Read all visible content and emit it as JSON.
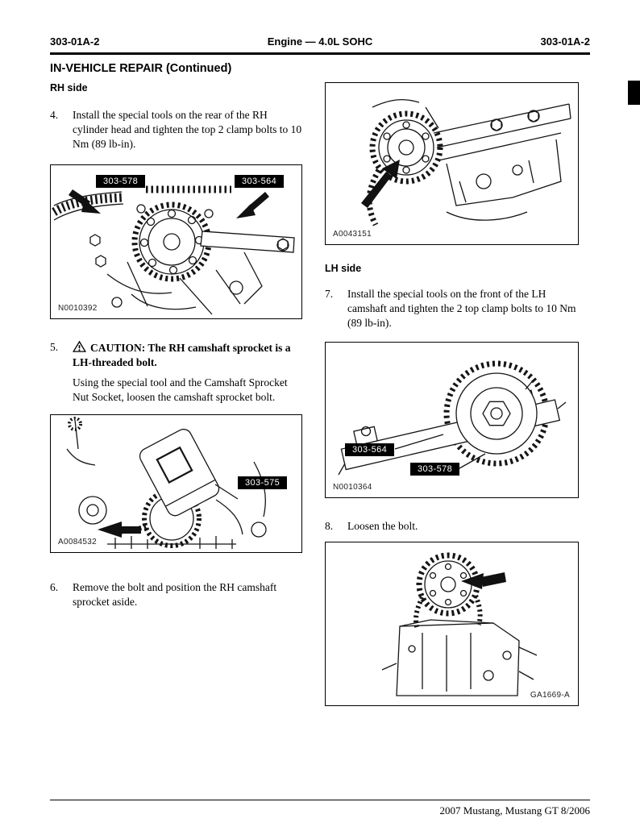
{
  "header": {
    "left": "303-01A-2",
    "center": "Engine — 4.0L SOHC",
    "right": "303-01A-2"
  },
  "section_title": "IN-VEHICLE REPAIR (Continued)",
  "headings": {
    "rh_side": "RH side",
    "lh_side": "LH side"
  },
  "steps": {
    "s4": {
      "num": "4.",
      "text": "Install the special tools on the rear of the RH cylinder head and tighten the top 2 clamp bolts to 10 Nm (89 lb-in)."
    },
    "s5": {
      "num": "5.",
      "caution": "CAUTION: The RH camshaft sprocket is a LH-threaded bolt.",
      "body": "Using the special tool and the Camshaft Sprocket Nut Socket, loosen the camshaft sprocket bolt."
    },
    "s6": {
      "num": "6.",
      "text": "Remove the bolt and position the RH camshaft sprocket aside."
    },
    "s7": {
      "num": "7.",
      "text": "Install the special tools on the front of the LH camshaft and tighten the 2 top clamp bolts to 10 Nm (89 lb-in)."
    },
    "s8": {
      "num": "8.",
      "text": "Loosen the bolt."
    }
  },
  "figures": {
    "rh_rear_tools": {
      "label_left": "303-578",
      "label_right": "303-564",
      "code": "N0010392"
    },
    "rh_front_engine": {
      "code": "A0043151"
    },
    "rh_socket_tool": {
      "label": "303-575",
      "code": "A0084532"
    },
    "lh_front_tools": {
      "label_left": "303-564",
      "label_right": "303-578",
      "code": "N0010364"
    },
    "lh_sprocket": {
      "code": "GA1669-A"
    }
  },
  "footer": {
    "text": "2007 Mustang, Mustang GT 8/2006"
  },
  "colors": {
    "ink": "#000000",
    "label_bg": "#000000",
    "label_fg": "#ffffff"
  }
}
